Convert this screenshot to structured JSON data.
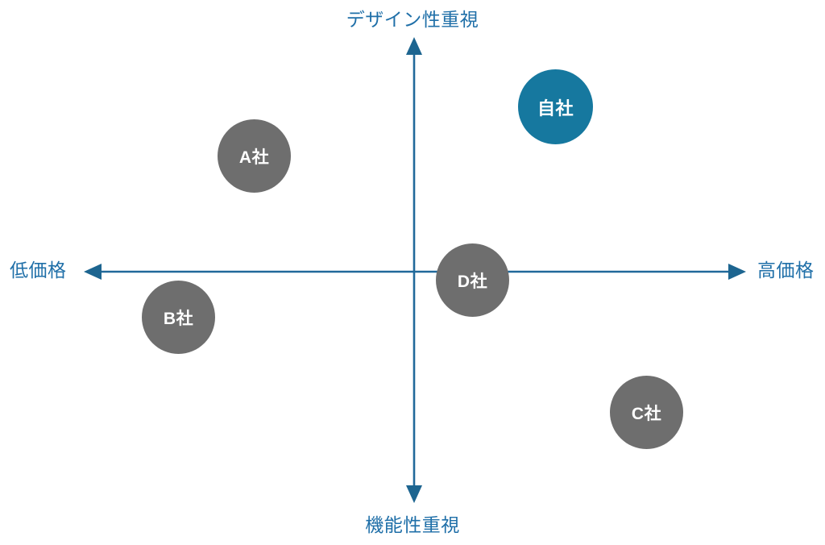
{
  "chart_data": {
    "type": "scatter",
    "title": "",
    "subtitle": "",
    "xlabel": "",
    "ylabel": "",
    "xlim": [
      -1,
      1
    ],
    "ylim": [
      -1,
      1
    ],
    "grid": false,
    "legend": "none",
    "axes": {
      "vertical": {
        "top_label": "デザイン性重視",
        "bottom_label": "機能性重視",
        "color": "#21699a",
        "arrow_both_ends": true
      },
      "horizontal": {
        "left_label": "低価格",
        "right_label": "高価格",
        "color": "#21699a",
        "arrow_both_ends": true
      }
    },
    "categories": [
      "自社",
      "A社",
      "B社",
      "D社",
      "C社"
    ],
    "points": [
      {
        "label": "自社",
        "x": 0.43,
        "y": 0.71,
        "size": 93,
        "color": "#16789f",
        "highlight": true
      },
      {
        "label": "A社",
        "x": -0.48,
        "y": 0.5,
        "size": 91,
        "color": "#6e6e6e",
        "highlight": false
      },
      {
        "label": "B社",
        "x": -0.71,
        "y": -0.2,
        "size": 91,
        "color": "#6e6e6e",
        "highlight": false
      },
      {
        "label": "D社",
        "x": 0.18,
        "y": -0.04,
        "size": 91,
        "color": "#6e6e6e",
        "highlight": false
      },
      {
        "label": "C社",
        "x": 0.7,
        "y": -0.6,
        "size": 91,
        "color": "#6e6e6e",
        "highlight": false
      }
    ],
    "colors": {
      "background": "#ffffff",
      "axis": "#21699a",
      "axis_label_text": "#1f6fa8",
      "own_company": "#16789f",
      "competitor": "#6e6e6e",
      "bubble_text": "#ffffff"
    }
  },
  "map": {
    "axis_labels": {
      "top": "デザイン性重視",
      "bottom": "機能性重視",
      "left": "低価格",
      "right": "高価格"
    },
    "bubbles": [
      {
        "name": "自社"
      },
      {
        "name": "A社"
      },
      {
        "name": "B社"
      },
      {
        "name": "D社"
      },
      {
        "name": "C社"
      }
    ]
  }
}
